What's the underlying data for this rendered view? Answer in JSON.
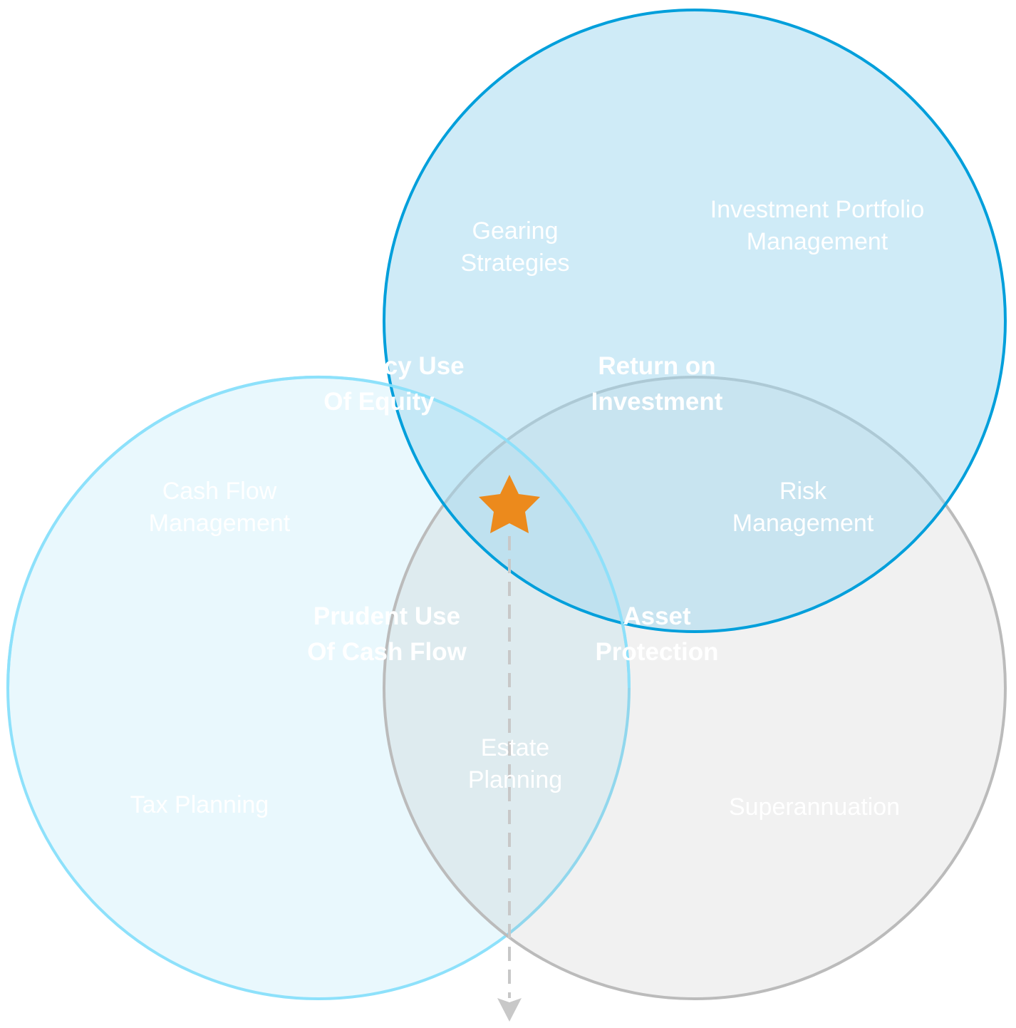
{
  "colors": {
    "left_fill": "#e9f8fd",
    "left_stroke": "#8de1fb",
    "right_fill": "#f1f1f1",
    "right_stroke": "#bbbbbb",
    "top_fill": "#bfe6f5",
    "top_stroke": "#009fdb",
    "star": "#ec8a1c",
    "arrow": "#c8c8c8"
  },
  "regions": {
    "gearing": [
      "Gearing",
      "Strategies"
    ],
    "portfolio": [
      "Investment Portfolio",
      "Management"
    ],
    "cashflow": [
      "Cash Flow",
      "Management"
    ],
    "risk": [
      "Risk",
      "Management"
    ],
    "tax": [
      "Tax Planning"
    ],
    "estate": [
      "Estate",
      "Planning"
    ],
    "super": [
      "Superannuation"
    ]
  },
  "intersections": {
    "equity": [
      "Efficiency Use",
      "Of Equity"
    ],
    "roi": [
      "Return on",
      "Investment"
    ],
    "cash": [
      "Prudent Use",
      "Of Cash Flow"
    ],
    "asset": [
      "Asset",
      "Protection"
    ]
  },
  "icons": {
    "center": "star-icon",
    "arrow": "arrow-down-icon"
  }
}
